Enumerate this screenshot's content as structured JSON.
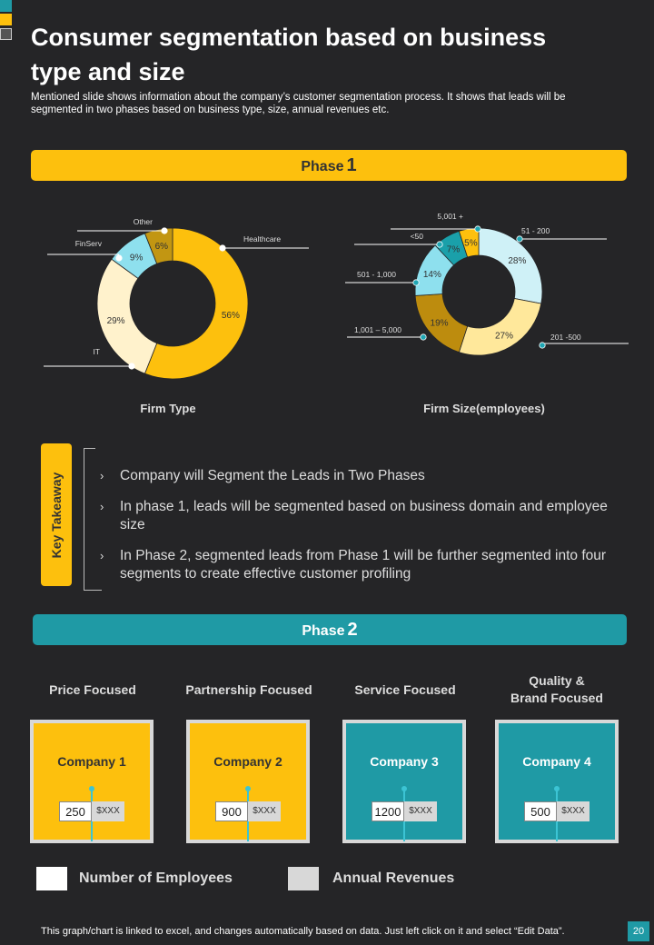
{
  "header": {
    "title": "Consumer segmentation based on business type and size",
    "subtitle": "Mentioned slide shows information about the company’s customer segmentation process. It shows that leads will be segmented in two phases based on business type, size, annual revenues etc."
  },
  "phase1": {
    "label": "Phase",
    "number": "1"
  },
  "phase2": {
    "label": "Phase",
    "number": "2"
  },
  "colors": {
    "yellow": "#fdc00d",
    "teal": "#1f9aa5",
    "background": "#252527",
    "grey": "#d8d8d8"
  },
  "chart_data": [
    {
      "type": "pie",
      "title": "Firm Type",
      "donut": true,
      "slices": [
        {
          "label": "Healthcare",
          "value": 56,
          "color": "#fdc00d"
        },
        {
          "label": "IT",
          "value": 29,
          "color": "#fff2cc"
        },
        {
          "label": "FinServ",
          "value": 9,
          "color": "#8ee0ee"
        },
        {
          "label": "Other",
          "value": 6,
          "color": "#c29612"
        }
      ]
    },
    {
      "type": "pie",
      "title": "Firm Size(employees)",
      "donut": true,
      "slices": [
        {
          "label": "51 - 200",
          "value": 28,
          "color": "#cff1f7"
        },
        {
          "label": "201 -500",
          "value": 27,
          "color": "#ffe89b"
        },
        {
          "label": "1,001 – 5,000",
          "value": 19,
          "color": "#bd8c0e"
        },
        {
          "label": "501 - 1,000",
          "value": 14,
          "color": "#8ee0ee"
        },
        {
          "label": "<50",
          "value": 7,
          "color": "#1aa0aa"
        },
        {
          "label": "5,001 +",
          "value": 5,
          "color": "#fdc00d"
        }
      ]
    }
  ],
  "key_takeaway": {
    "label": "Key Takeaway",
    "points": [
      "Company will Segment the Leads in Two Phases",
      "In phase 1, leads will be segmented based on business domain and employee size",
      "In Phase 2, segmented leads from Phase 1 will be further  segmented into four segments to create effective customer profiling"
    ]
  },
  "segments": [
    {
      "heading": "Price Focused",
      "company": "Company 1",
      "employees": "250",
      "revenue": "$XXX",
      "color": "#fdc00d"
    },
    {
      "heading": "Partnership Focused",
      "company": "Company 2",
      "employees": "900",
      "revenue": "$XXX",
      "color": "#fdc00d"
    },
    {
      "heading": "Service Focused",
      "company": "Company 3",
      "employees": "1200",
      "revenue": "$XXX",
      "color": "#1f9aa5"
    },
    {
      "heading_line1": "Quality &",
      "heading_line2": "Brand Focused",
      "company": "Company 4",
      "employees": "500",
      "revenue": "$XXX",
      "color": "#1f9aa5"
    }
  ],
  "legend": {
    "employees": "Number of Employees",
    "revenues": "Annual Revenues"
  },
  "footer": {
    "note": "This graph/chart is linked to excel,  and changes automatically based on data. Just left click on it and select “Edit Data”.",
    "page": "20"
  }
}
